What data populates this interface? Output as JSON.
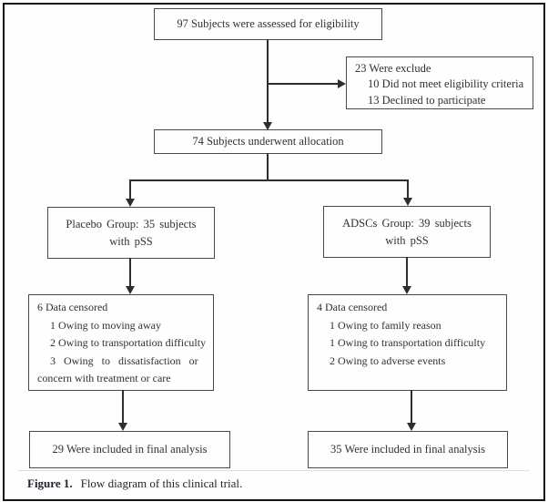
{
  "colors": {
    "background": "#fefefe",
    "outer_border": "#121212",
    "box_border": "#4a4a4a",
    "connector": "#2e2e2e",
    "text": "#30303a"
  },
  "flowchart": {
    "eligibility": {
      "text": "97 Subjects were assessed for eligibility"
    },
    "excluded": {
      "title": "23 Were exclude",
      "item1": "10 Did not meet eligibility criteria",
      "item2": "13 Declined to participate"
    },
    "allocation": {
      "text": "74 Subjects underwent allocation"
    },
    "placebo_group": {
      "line1": "Placebo Group: 35 subjects",
      "line2": "with pSS"
    },
    "adscs_group": {
      "line1": "ADSCs Group: 39 subjects",
      "line2": "with pSS"
    },
    "placebo_censored": {
      "title": "6 Data censored",
      "item1": "1 Owing to moving away",
      "item2": "2 Owing to transportation difficulty",
      "item3": "3 Owing to dissatisfaction or",
      "item3_continuation": "concern with treatment or care"
    },
    "adscs_censored": {
      "title": "4 Data censored",
      "item1": "1 Owing to family reason",
      "item2": "1 Owing to transportation difficulty",
      "item3": "2 Owing to adverse events"
    },
    "placebo_final": {
      "text": "29 Were included in final analysis"
    },
    "adscs_final": {
      "text": "35 Were included in final analysis"
    }
  },
  "caption": {
    "label": "Figure 1.",
    "text": "Flow diagram of this clinical trial."
  }
}
